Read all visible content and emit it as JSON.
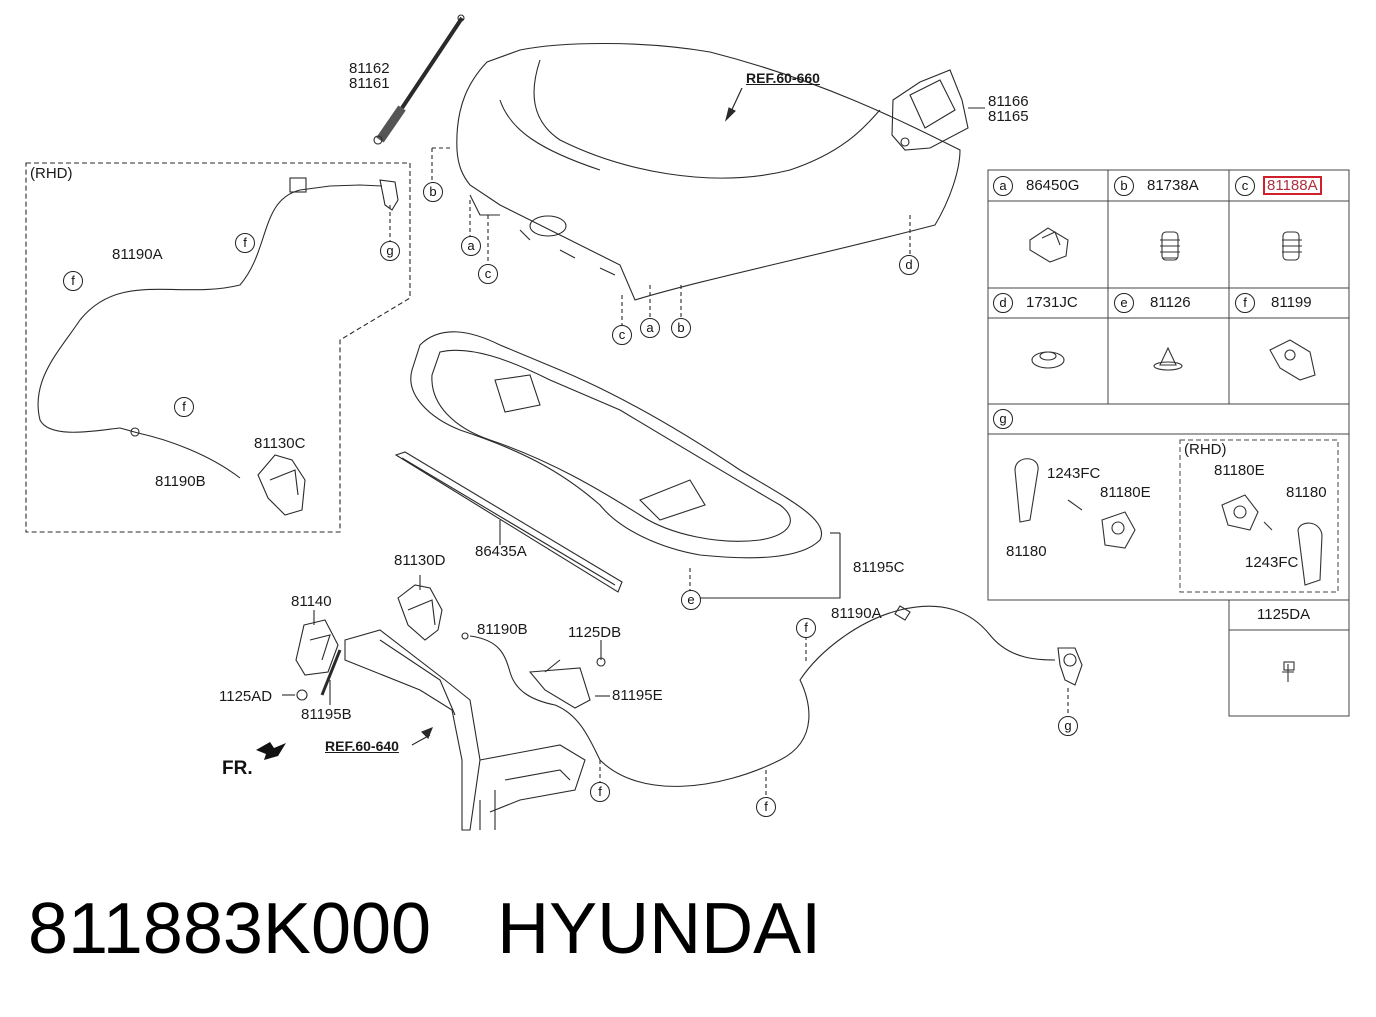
{
  "diagram": {
    "refs": {
      "hood": "REF.60-660",
      "frame": "REF.60-640"
    },
    "direction": "FR.",
    "rhd_label": "(RHD)",
    "part_labels": {
      "p81162": "81162",
      "p81161": "81161",
      "p81166": "81166",
      "p81165": "81165",
      "p81190A_rhd": "81190A",
      "p81190B_rhd": "81190B",
      "p81130C": "81130C",
      "p86435A": "86435A",
      "p81195C": "81195C",
      "p81130D": "81130D",
      "p81140": "81140",
      "p1125AD": "1125AD",
      "p81195B": "81195B",
      "p81190B": "81190B",
      "p1125DB": "1125DB",
      "p81195E": "81195E",
      "p81190A": "81190A"
    },
    "callouts": {
      "b1": "b",
      "a1": "a",
      "c1": "c",
      "d1": "d",
      "c2": "c",
      "a2": "a",
      "b2": "b",
      "g_rhd": "g",
      "f_rhd1": "f",
      "f_rhd2": "f",
      "f_rhd3": "f",
      "e1": "e",
      "f1": "f",
      "f2": "f",
      "f3": "f",
      "g1": "g"
    }
  },
  "parts_table": {
    "cells": [
      {
        "letter": "a",
        "code": "86450G",
        "highlight": false
      },
      {
        "letter": "b",
        "code": "81738A",
        "highlight": false
      },
      {
        "letter": "c",
        "code": "81188A",
        "highlight": true
      },
      {
        "letter": "d",
        "code": "1731JC",
        "highlight": false
      },
      {
        "letter": "e",
        "code": "81126",
        "highlight": false
      },
      {
        "letter": "f",
        "code": "81199",
        "highlight": false
      }
    ],
    "g_cell": {
      "letter": "g",
      "rhd_label": "(RHD)",
      "labels": {
        "l1243FC": "1243FC",
        "l81180E": "81180E",
        "l81180": "81180",
        "r81180E": "81180E",
        "r81180": "81180",
        "r1243FC": "1243FC"
      }
    },
    "extra": {
      "code": "1125DA"
    }
  },
  "footer": {
    "part_number": "811883K000",
    "brand": "HYUNDAI"
  },
  "colors": {
    "line": "#2a2a2a",
    "highlight": "#d0202c",
    "table_border": "#444444"
  }
}
